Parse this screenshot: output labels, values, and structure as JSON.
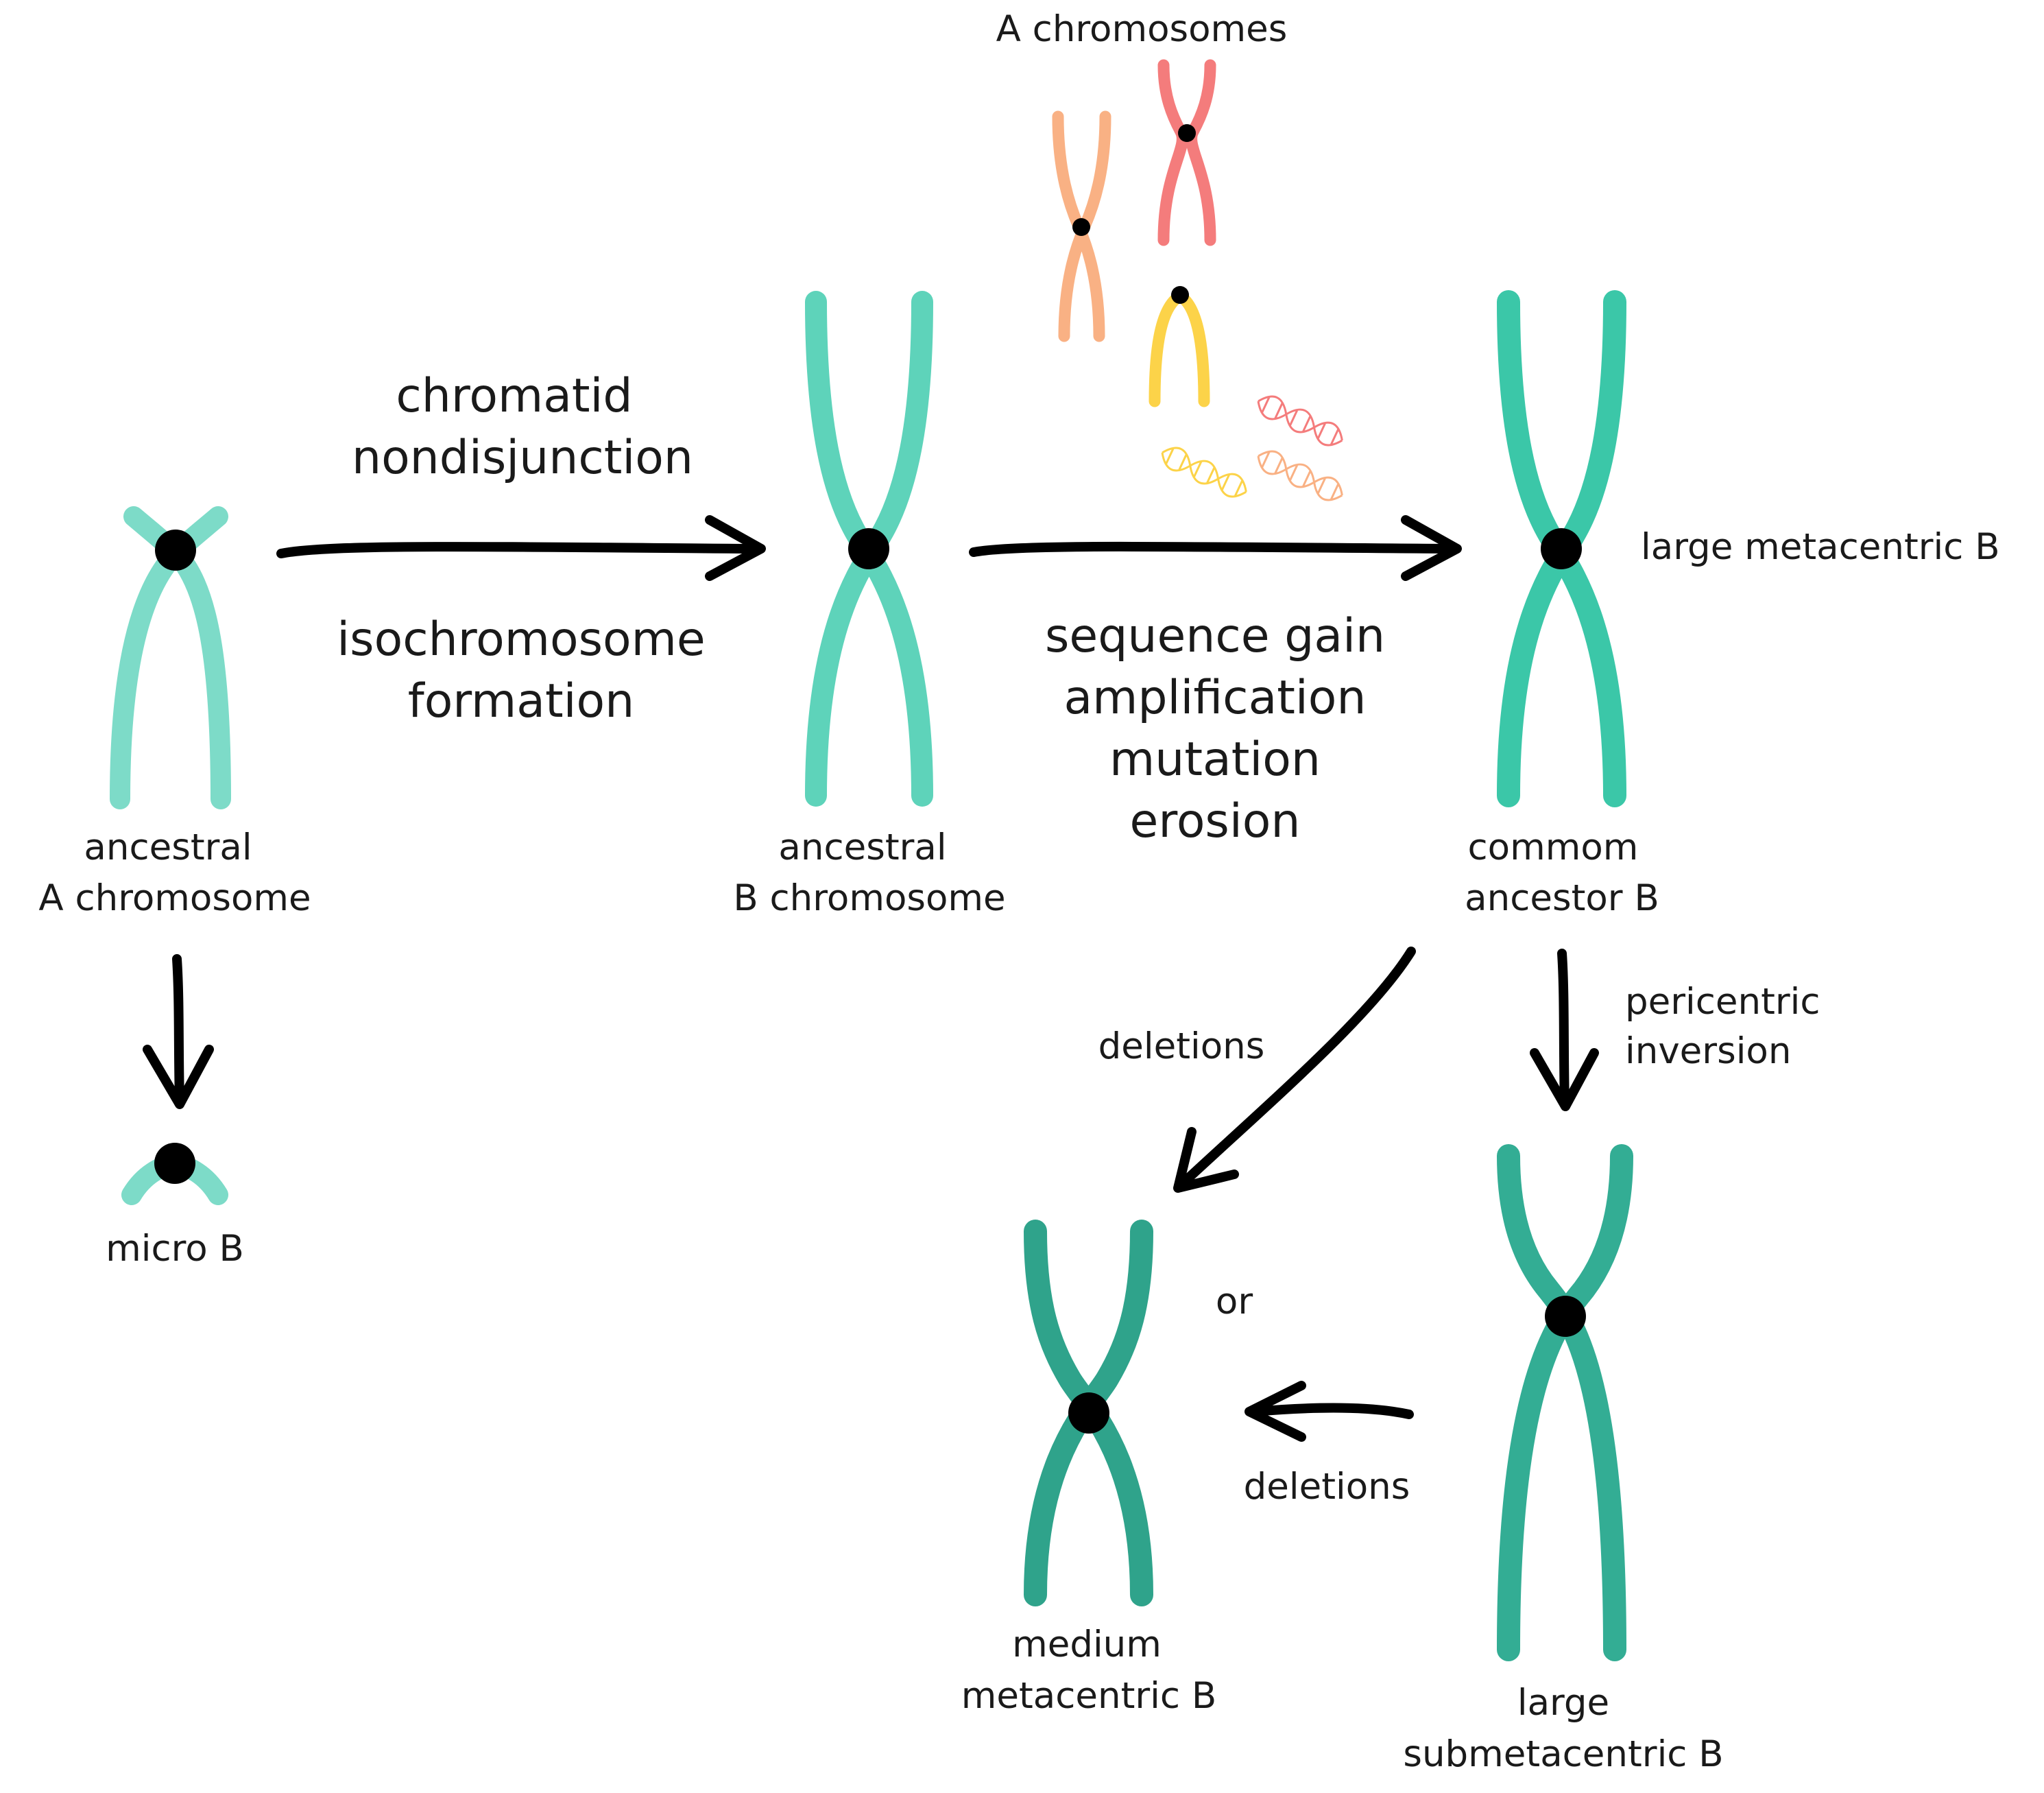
{
  "labels": {
    "a_chromosomes": "A chromosomes",
    "chromatid": "chromatid",
    "nondisjunction": "nondisjunction",
    "isochromosome": "isochromosome",
    "formation": "formation",
    "ancestral_a_1": "ancestral",
    "ancestral_a_2": "A chromosome",
    "ancestral_b_1": "ancestral",
    "ancestral_b_2": "B chromosome",
    "seq_gain": "sequence gain",
    "amplification": "amplification",
    "mutation": "mutation",
    "erosion": "erosion",
    "large_metacentric": "large metacentric B",
    "common_1": "commom",
    "common_2": "ancestor B",
    "micro_b": "micro B",
    "deletions_1": "deletions",
    "pericentric": "pericentric",
    "inversion": "inversion",
    "or": "or",
    "deletions_2": "deletions",
    "medium_1": "medium",
    "medium_2": "metacentric B",
    "large_sub_1": "large",
    "large_sub_2": "submetacentric B"
  },
  "colors": {
    "ancestral_a": "#7ddbc8",
    "ancestral_b": "#5ed3ba",
    "common_b": "#3bc7a8",
    "derived_b": "#33ad94",
    "medium_b": "#2fa38b",
    "a_orange": "#f9b184",
    "a_red": "#f47c7c",
    "a_yellow": "#fcd349",
    "centromere": "#000000"
  }
}
